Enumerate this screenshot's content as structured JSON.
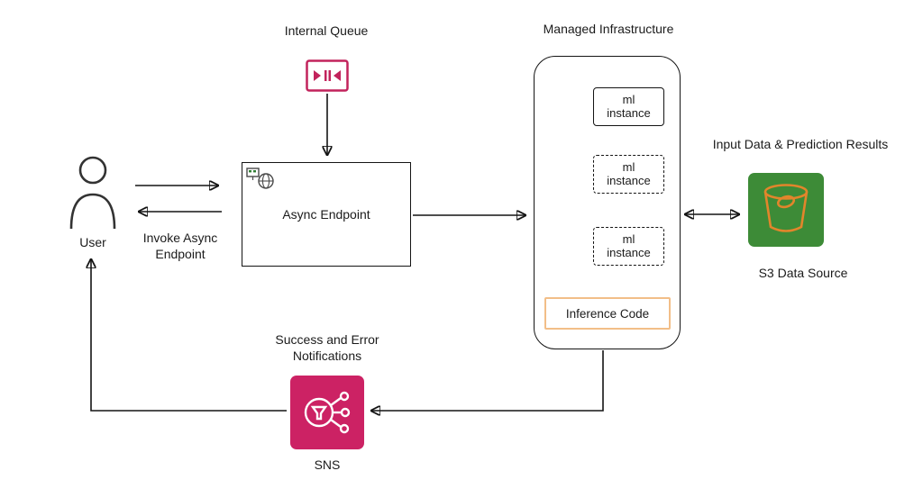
{
  "labels": {
    "internal_queue": "Internal Queue",
    "managed_infrastructure": "Managed Infrastructure",
    "input_data_prediction": "Input Data & Prediction Results",
    "async_endpoint": "Async Endpoint",
    "user": "User",
    "invoke_line1": "Invoke Async",
    "invoke_line2": "Endpoint",
    "inference_code": "Inference Code",
    "s3_data_source": "S3 Data Source",
    "notifications_line1": "Success and Error",
    "notifications_line2": "Notifications",
    "sns": "SNS"
  },
  "ml_instances": [
    {
      "line1": "ml",
      "line2": "instance",
      "border": "solid"
    },
    {
      "line1": "ml",
      "line2": "instance",
      "border": "dashed"
    },
    {
      "line1": "ml",
      "line2": "instance",
      "border": "dashed"
    }
  ],
  "icons": {
    "internal_queue": "queue-icon",
    "user": "person-icon",
    "async_endpoint": "endpoint-globe-icon",
    "s3": "s3-bucket-icon",
    "sns": "sns-notification-icon"
  },
  "colors": {
    "queue_icon": "#C2235C",
    "sns_icon_bg": "#CC2264",
    "sns_glyph": "#FFFFFF",
    "s3_icon_bg": "#3D8B37",
    "s3_bucket": "#E2852B",
    "inference_code_border": "#F2BE88",
    "line": "#141414"
  }
}
